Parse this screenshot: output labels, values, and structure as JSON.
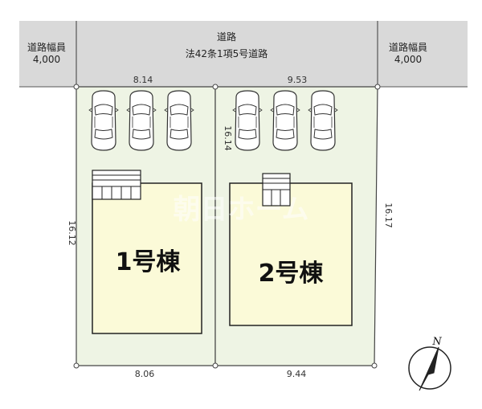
{
  "road": {
    "name": "道路",
    "designation": "法42条1項5号道路",
    "width_left_label": "道路幅員",
    "width_left_value": "4,000",
    "width_right_label": "道路幅員",
    "width_right_value": "4,000"
  },
  "lots": [
    {
      "building_label": "1号棟",
      "top_frontage": "8.14",
      "bottom_width": "8.06",
      "left_depth": "16.12",
      "parking_spaces": 3
    },
    {
      "building_label": "2号棟",
      "top_frontage": "9.53",
      "bottom_width": "9.44",
      "right_depth": "16.17",
      "shared_depth": "16.14",
      "parking_spaces": 3
    }
  ],
  "watermark": "朝日ホーム",
  "compass": {
    "label": "N"
  },
  "colors": {
    "road_fill": "#d9d9d9",
    "lot_fill": "#eef4e4",
    "building_fill": "#fbfad8",
    "line": "#444444"
  }
}
